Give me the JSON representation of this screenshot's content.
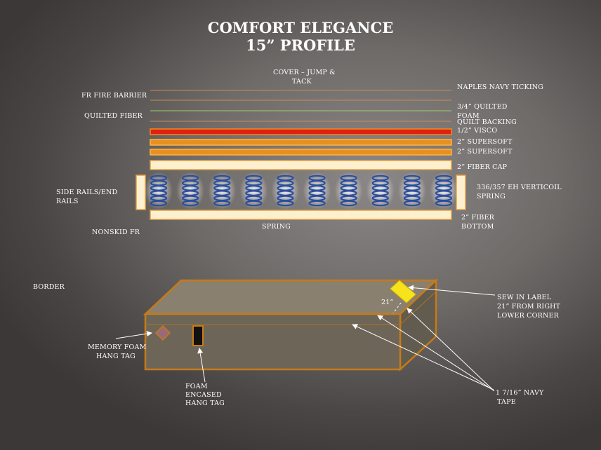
{
  "title": {
    "line1": "COMFORT ELEGANCE",
    "line2": "15” PROFILE"
  },
  "labels": {
    "cover_line1": "COVER – JUMP &",
    "cover_line2": "TACK",
    "fr_fire_barrier": "FR FIRE BARRIER",
    "quilted_fiber": "QUILTED FIBER",
    "naples_navy_ticking": "NAPLES NAVY  TICKING",
    "quilted_foam_line1": "3/4” QUILTED",
    "quilted_foam_line2": "FOAM",
    "quilt_backing": "QUILT BACKING",
    "visco": " 1/2” VISCO",
    "supersoft_1": "2” SUPERSOFT",
    "supersoft_2": "2” SUPERSOFT",
    "fiber_cap": "2” FIBER CAP",
    "spring_type_line1": "336/357 EH VERTICOIL",
    "spring_type_line2": "SPRING",
    "side_rails_line1": "SIDE RAILS/END",
    "side_rails_line2": "RAILS",
    "spring": "SPRING",
    "fiber_bottom_line1": "2” FIBER",
    "fiber_bottom_line2": "BOTTOM",
    "nonskid_fr": "NONSKID FR",
    "border": "BORDER",
    "sew_in_label_line1": "SEW IN LABEL",
    "sew_in_label_line2": "21” FROM RIGHT",
    "sew_in_label_line3": "LOWER CORNER",
    "distance_21": "21”",
    "memory_foam_line1": "MEMORY FOAM",
    "memory_foam_line2": "HANG TAG",
    "foam_encased_line1": "FOAM",
    "foam_encased_line2": "ENCASED",
    "foam_encased_line3": "HANG TAG",
    "navy_tape_line1": " 1 7/16” NAVY",
    "navy_tape_line2": "TAPE"
  },
  "layers": {
    "count_springs": 10
  },
  "colors": {
    "ticking_line": "#c98a5a",
    "fire_barrier_line": "#c98a5a",
    "quilted_foam_line": "#9ecf6a",
    "quilt_backing_line": "#d08a55",
    "visco": "#e02010",
    "visco_border": "#f08a1a",
    "supersoft": "#e8901e",
    "supersoft_border": "#ffb347",
    "fiber_cap": "#fdf0d0",
    "fiber_cap_border": "#e8a040",
    "spring_coil": "#2a4e9e",
    "box_top": "#8a8070",
    "box_front": "#6d6658",
    "box_side": "#625b4f",
    "box_edge": "#c77a16",
    "sew_label": "#f7e31a",
    "memory_tag": "#9b6a78",
    "foam_tag": "#111111"
  }
}
